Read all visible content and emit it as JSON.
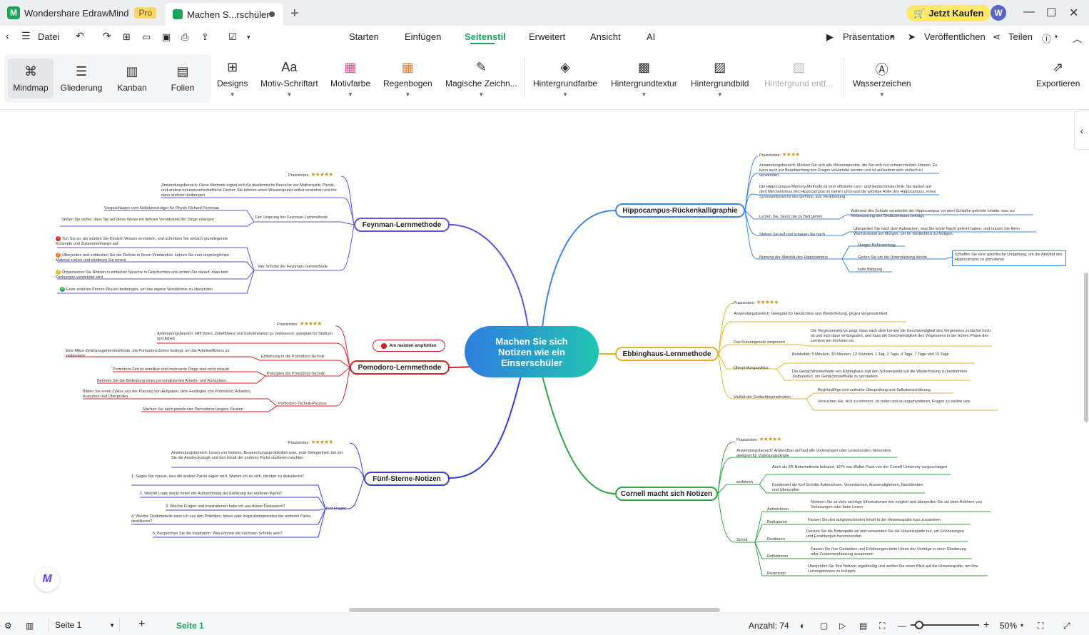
{
  "titlebar": {
    "app_name": "Wondershare EdrawMind",
    "pro_label": "Pro",
    "doc_tab": "Machen S...rschüler",
    "buy_label": "Jetzt Kaufen",
    "avatar_initial": "W"
  },
  "menubar": {
    "file": "Datei",
    "tabs": [
      "Starten",
      "Einfügen",
      "Seitenstil",
      "Erweitert",
      "Ansicht",
      "AI"
    ],
    "right": [
      "Präsentation",
      "Veröffentlichen",
      "Teilen"
    ]
  },
  "toolbar": {
    "views": [
      "Mindmap",
      "Gliederung",
      "Kanban",
      "Folien"
    ],
    "tools": [
      "Designs",
      "Motiv-Schriftart",
      "Motivfarbe",
      "Regenbogen",
      "Magische Zeichn...",
      "Hintergrundfarbe",
      "Hintergrundtextur",
      "Hintergrundbild",
      "Hintergrund entf...",
      "Wasserzeichen",
      "Exportieren"
    ]
  },
  "mindmap": {
    "central": "Machen Sie sich Notizen wie ein Einserschüler",
    "badge": "Am meisten empfohlen",
    "stars": "★★★★★",
    "stars4": "★★★★",
    "feynman": {
      "title": "Feynman-Lernmethode",
      "index": "Praxisindex:",
      "use": "Anwendungsbereich: Diese Methode eignet sich für akademische Bereiche wie Mathematik, Physik und andere naturwissenschaftliche Fächer. Sie können einen Wissenspunkt selbst verstehen und ihn dann anderen beibringen.",
      "origin": "Der Ursprung der Feynman-Lernmethode",
      "o1": "Vorgeschlagen vom Nobelpreisträger für Physik Richard Feynman",
      "o2": "Stellen Sie sicher, dass Sie auf diese Weise ein tieferes Verständnis der Dinge erlangen",
      "steps": "Vier Schritte der Feynman-Lernmethode",
      "s1": "Tun Sie so, als würden Sie Kindern Wissen vermitteln, und schreiben Sie einfach grundlegende Konzepte und Zusammenhänge auf",
      "s2": "Überprüfen und entdecken Sie die Defizite in Ihrem Verständnis, kehren Sie zum ursprünglichen Material zurück und studieren Sie erneut",
      "s3": "Organisieren Sie Notizen in einfacher Sprache in Geschichten und achten Sie darauf, dass kein Fachjargon verwendet wird",
      "s4": "Einer anderen Person Wissen beibringen, um das eigene Verständnis zu überprüfen"
    },
    "pomodoro": {
      "title": "Pomodoro-Lernmethode",
      "index": "Praxisindex:",
      "use": "Anwendungsbereich: Hilft Ihnen, Zeiteffizienz und Konzentration zu verbessern, geeignet für Studium und Arbeit",
      "intro": "Einführung in die Pomodoro-Technik",
      "i1": "Eine Mikro-Zeitmanagementmethode, die Pomodoro-Zeiten festlegt, um die Arbeitseffizienz zu verbessern",
      "principles": "Prinzipien der Pomodoro-Technik",
      "p1": "Pomodoro-Zeit ist unteilbar und irrelevante Dinge sind nicht erlaubt",
      "p2": "Betonen Sie die Bedeutung eines personalisierten Arbeits- und Ruheplans",
      "process": "Pomodoro-Technik-Prozess",
      "r1": "Bilden Sie einen Zyklus aus der Planung von Aufgaben, dem Festlegen von Pomodoro, Arbeiten, Ausruhen und Überprüfen",
      "r2": "Machen Sie nach jeweils vier Pomodoros längere Pausen"
    },
    "fivestar": {
      "title": "Fünf-Sterne-Notizen",
      "index": "Praxisindex:",
      "use": "Anwendungsbereich: Lesen von Notizen, Besprechungsprotokollen usw., jede Gelegenheit, bei der Sie die Ausdruckslogik und den Inhalt der anderen Partei studieren möchten.",
      "q": "fünf Fragen",
      "q1": "1. Sagen Sie voraus, was die andere Partei sagen wird. Warum ich es sich, darüber zu diskutieren?",
      "q2": "2. Welche Logik steckt hinter der Aufzeichnung der Erklärung der anderen Partei?",
      "q3": "3. Welche Fragen und Inspirationen habe ich aus dieser Diskussion?",
      "q4": "4. Welche Denkmodelle kann ich aus den Praktiken, Ideen oder Inspirationspunkten der anderen Partei destillieren?",
      "q5": "5. Besprechen Sie die Inspiration: Was können die nächsten Schritte sein?"
    },
    "hippo": {
      "title": "Hippocampus-Rückenkalligraphie",
      "index": "Praxisindex:",
      "use": "Anwendungsbereich: Merken Sie sich alle Wissenspunkte, die Sie sich nur schwer merken können. Es kann auch zur Beantwortung von Fragen verwendet werden und ist außerdem sehr einfach zu verwenden.",
      "desc": "Die Hippocampus-Memory-Methode ist eine effiziente Lern- und Gedächtnistechnik. Sie basiert auf dem Mechanismus des Hippocampus im Gehirn und nutzt die wichtige Rolle des Hippocampus, eines Schlüsselbereichs des Gehirns, aus Verarbeitung",
      "bed": "Lernen Sie, bevor Sie zu Bett gehen",
      "bed_d": "Während des Schlafs verarbeitet der Hippocampus vor dem Schlafen gelernte Inhalte, was zur Verbesserung des Gedächtnisses beiträgt.",
      "wake": "Stehen Sie auf und schauen Sie nach",
      "wake_d": "Überprüfen Sie nach dem Aufwachen, was Sie letzte Nacht gelernt haben, und nutzen Sie Ihren Wachzustand am Morgen, um Ihr Gedächtnis zu festigen.",
      "use2": "Nutzung der Aktivität des Hippocampus",
      "u1": "Hunger-Befürwortung",
      "u2": "Gehen Sie um die Unterstützung herum",
      "u3": "kalte Billigung",
      "u_d": "Schaffen Sie eine spezifische Umgebung, um die Aktivität des Hippocampus zu stimulieren"
    },
    "ebbing": {
      "title": "Ebbinghaus-Lernmethode",
      "index": "Praxisindex:",
      "use": "Anwendungsbereich: Geeignet für Gedächtnis und Wiederholung, gegen Vergesslichkeit",
      "curve": "Das Kurvengesetz vergessen",
      "curve_d": "Die Vergessenskurve zeigt, dass nach dem Lernen die Geschwindigkeit des Vergessens zunächst hoch ist und sich dann verlangsamt, und dass die Geschwindigkeit des Vergessens in der frühen Phase des Lernens am höchsten ist.",
      "cycle": "Überprüfungszyklus",
      "c1": "Beinhaltet: 5 Minuten, 30 Minuten, 12 Stunden, 1 Tag, 2 Tage, 4 Tage, 7 Tage und 15 Tage",
      "c2": "Die Gedächtnismethode von Ebbinghaus legt den Schwerpunkt auf die Wiederholung zu bestimmten Zeitpunkten, um Gedächtniseffekte zu verstärken.",
      "var": "Vielfalt der Gedächtnismethoden",
      "v1": "Regelmäßige und zeitnahe Überprüfung und Selbsteinschätzung",
      "v2": "Versuchen Sie, sich zu erinnern, zu reden und zu argumentieren, Fragen zu stellen usw."
    },
    "cornell": {
      "title": "Cornell macht sich Notizen",
      "index": "Praxisindex:",
      "use": "Anwendungsbereich: Anwendbar auf fast alle Vorlesungen oder Lesestunden, besonders geeignet für Vorlesungsskripte",
      "intro": "einführen",
      "i1": "Auch als 5R-Notizmethode bekannt, 1974 von Walter Pauk von der Cornell University vorgeschlagen",
      "i2": "Kombiniert die fünf Schritte Aufzeichnen, Vereinfachen, Auswendiglernen, Nachdenken und Überprüfen",
      "step": "Schritt",
      "st": [
        [
          "Aufzeichnen",
          "Notieren Sie so viele wichtige Informationen wie möglich und überprüfen Sie sie beim Anhören von Vorlesungen oder beim Lesen"
        ],
        [
          "Reduzieren",
          "Fassen Sie den aufgezeichneten Inhalt in der Hinweisspalte kurz zusammen"
        ],
        [
          "Rezitieren",
          "Decken Sie die Notizspalte ab und verwenden Sie die Hinweisspalte nur, um Erinnerungen und Erzählungen hervorzurufen"
        ],
        [
          "Reflektieren",
          "Fassen Sie Ihre Gedanken und Erfahrungen beim Hören der Vorträge in einer Gliederung oder Zusammenfassung zusammen"
        ],
        [
          "Rezension",
          "Überprüfen Sie Ihre Notizen regelmäßig und werfen Sie einen Blick auf die Hinweisspalte, um Ihre Lernergebnisse zu festigen."
        ]
      ]
    }
  },
  "statusbar": {
    "page_select": "Seite 1",
    "page_tab": "Seite 1",
    "count": "Anzahl: 74",
    "zoom": "50%"
  },
  "colors": {
    "accent": "#19a35b",
    "feynman": "#6a4de0",
    "pomodoro": "#d52525",
    "fivestar": "#3a3ed0",
    "hippo": "#3c86e0",
    "ebbing": "#e8b322",
    "cornell": "#2fa640"
  }
}
